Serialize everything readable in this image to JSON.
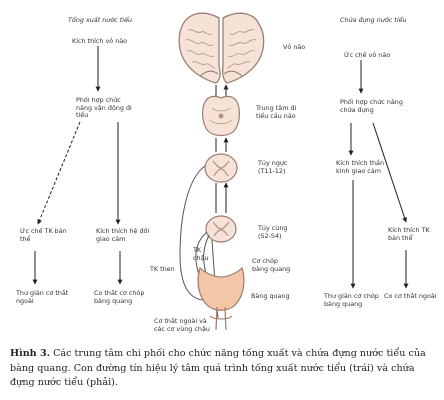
{
  "left": {
    "title": "Tống xuất nước tiểu",
    "stimulus": "Kích thích vỏ não",
    "coordination": "Phối hợp chức năng vận động đi tiểu",
    "inhibit_somatic": "Ức chế TK bản thể",
    "excite_parasym": "Kích thích hệ đối giao cảm",
    "relax_external": "Thư giãn cơ thắt ngoài",
    "contract_detrusor": "Co thắt cơ chóp bàng quang"
  },
  "right": {
    "title": "Chứa đựng nước tiểu",
    "inhibit_cortex": "Ức chế vỏ não",
    "coordination": "Phối hợp chức năng chứa đựng",
    "excite_sympathetic": "Kích thích thần kinh giao cảm",
    "excite_somatic": "Kích thích TK bản thể",
    "relax_detrusor": "Thư giãn cơ chóp bàng quang",
    "contract_external": "Co cơ thắt ngoài"
  },
  "anatomy": {
    "cortex": "Vỏ não",
    "pons_center": "Trung tâm đi tiểu cầu não",
    "thoracic_cord": "Tủy ngực (T11-12)",
    "sacral_cord": "Tủy cùng (S2-S4)",
    "pelvic_nerve": "TK chậu",
    "hypogastric_nerve": "TK then",
    "detrusor": "Cơ chóp bàng quang",
    "bladder": "Bàng quang",
    "sphincter": "Cơ thắt ngoài và các cơ vùng chậu"
  },
  "caption": {
    "label": "Hình 3.",
    "text": " Các trung tâm chi phối cho chức năng tống xuất và chứa đựng nước tiểu của bàng quang. Con đường tín hiệu lý tâm quá trình tống xuất nước tiểu (trái) và chứa đựng nước tiểu (phải)."
  },
  "colors": {
    "brain_fill": "#f6e2d6",
    "brain_stroke": "#9a7e74",
    "bladder_fill": "#f2c6a6",
    "arrow": "#222222"
  }
}
